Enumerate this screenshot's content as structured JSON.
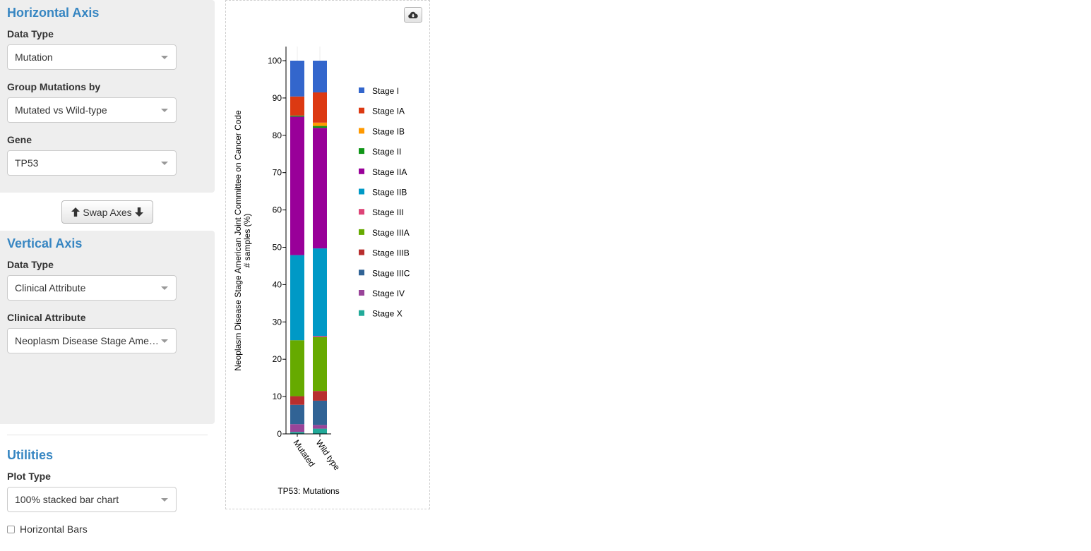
{
  "horizontal_axis": {
    "title": "Horizontal Axis",
    "data_type_label": "Data Type",
    "data_type_value": "Mutation",
    "group_label": "Group Mutations by",
    "group_value": "Mutated vs Wild-type",
    "gene_label": "Gene",
    "gene_value": "TP53"
  },
  "swap_button": {
    "label": "Swap Axes"
  },
  "vertical_axis": {
    "title": "Vertical Axis",
    "data_type_label": "Data Type",
    "data_type_value": "Clinical Attribute",
    "clinical_label": "Clinical Attribute",
    "clinical_value": "Neoplasm Disease Stage American Joint Committee on Cancer Code"
  },
  "utilities": {
    "title": "Utilities",
    "plot_type_label": "Plot Type",
    "plot_type_value": "100% stacked bar chart",
    "horizontal_bars_label": "Horizontal Bars"
  },
  "colors": {
    "accent": "#3786c2",
    "panel_bg": "#eeeeee"
  },
  "chart_data": {
    "type": "bar",
    "stacked": true,
    "percent": true,
    "categories": [
      "Mutated",
      "Wild type"
    ],
    "ylabel_line1": "Neoplasm Disease Stage American Joint Committee on Cancer Code",
    "ylabel_line2": "# samples (%)",
    "xlabel": "TP53: Mutations",
    "ylim": [
      0,
      100
    ],
    "yticks": [
      0,
      10,
      20,
      30,
      40,
      50,
      60,
      70,
      80,
      90,
      100
    ],
    "legend_position": "right",
    "series": [
      {
        "name": "Stage X",
        "color": "#22aa99",
        "values": [
          0.5,
          1.4
        ]
      },
      {
        "name": "Stage IV",
        "color": "#994499",
        "values": [
          2.1,
          1.0
        ]
      },
      {
        "name": "Stage IIIC",
        "color": "#316395",
        "values": [
          5.2,
          6.5
        ]
      },
      {
        "name": "Stage IIIB",
        "color": "#b82e2e",
        "values": [
          2.3,
          2.6
        ]
      },
      {
        "name": "Stage IIIA",
        "color": "#66aa00",
        "values": [
          15.0,
          14.4
        ]
      },
      {
        "name": "Stage III",
        "color": "#dd4477",
        "values": [
          0.0,
          0.3
        ]
      },
      {
        "name": "Stage IIB",
        "color": "#0099c6",
        "values": [
          22.8,
          23.5
        ]
      },
      {
        "name": "Stage IIA",
        "color": "#990099",
        "values": [
          37.1,
          32.3
        ]
      },
      {
        "name": "Stage II",
        "color": "#109618",
        "values": [
          0.3,
          0.5
        ]
      },
      {
        "name": "Stage IB",
        "color": "#ff9900",
        "values": [
          0.0,
          0.9
        ]
      },
      {
        "name": "Stage IA",
        "color": "#dc3912",
        "values": [
          5.1,
          8.1
        ]
      },
      {
        "name": "Stage I",
        "color": "#3366cc",
        "values": [
          9.6,
          8.5
        ]
      }
    ],
    "legend_order": [
      "Stage I",
      "Stage IA",
      "Stage IB",
      "Stage II",
      "Stage IIA",
      "Stage IIB",
      "Stage III",
      "Stage IIIA",
      "Stage IIIB",
      "Stage IIIC",
      "Stage IV",
      "Stage X"
    ]
  }
}
